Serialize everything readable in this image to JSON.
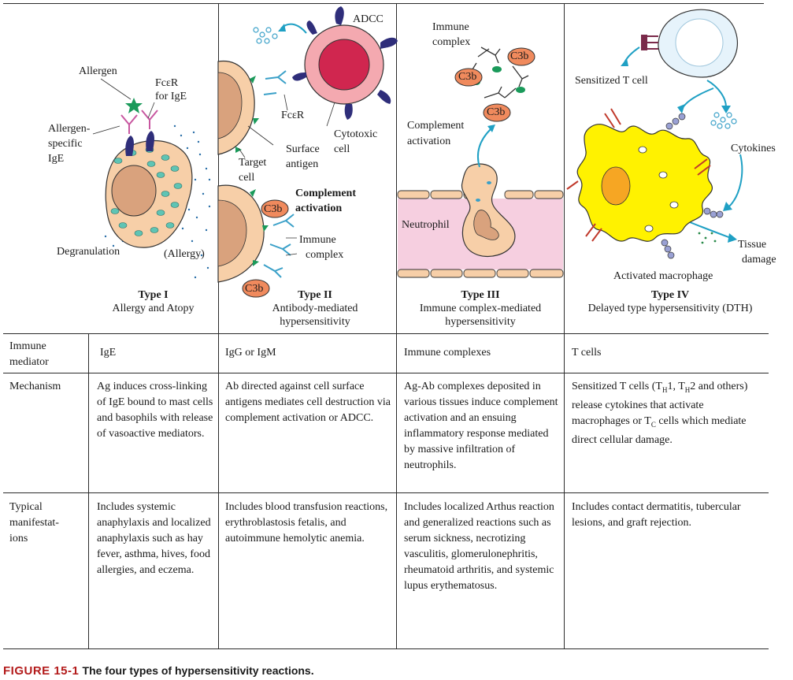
{
  "panels": [
    {
      "type": "Type I",
      "subtitle": "Allergy and Atopy",
      "labels": {
        "allergen": "Allergen",
        "fcer": "FcεR",
        "for_ige": "for IgE",
        "specific1": "Allergen-",
        "specific2": "specific",
        "specific3": "IgE",
        "degranulation": "Degranulation",
        "allergy": "(Allergy)"
      }
    },
    {
      "type": "Type II",
      "subtitle1": "Antibody-mediated",
      "subtitle2": "hypersensitivity",
      "labels": {
        "adcc": "ADCC",
        "fcer": "FcεR",
        "cytotoxic1": "Cytotoxic",
        "cytotoxic2": "cell",
        "surface1": "Surface",
        "surface2": "antigen",
        "target1": "Target",
        "target2": "cell",
        "complement1": "Complement",
        "complement2": "activation",
        "immune1": "Immune",
        "immune2": "complex",
        "c3b": "C3b"
      }
    },
    {
      "type": "Type III",
      "subtitle1": "Immune complex-mediated",
      "subtitle2": "hypersensitivity",
      "labels": {
        "immune1": "Immune",
        "immune2": "complex",
        "complement1": "Complement",
        "complement2": "activation",
        "neutrophil": "Neutrophil",
        "c3b": "C3b"
      }
    },
    {
      "type": "Type IV",
      "subtitle": "Delayed type hypersensitivity (DTH)",
      "labels": {
        "sensitized": "Sensitized T cell",
        "cytokines": "Cytokines",
        "tissue1": "Tissue",
        "tissue2": "damage",
        "macrophage": "Activated macrophage"
      }
    }
  ],
  "table": {
    "rows": [
      {
        "header1": "Immune",
        "header2": "mediator",
        "cells": [
          "IgE",
          "IgG or IgM",
          "Immune complexes",
          "T cells"
        ]
      },
      {
        "header1": "Mechanism",
        "header2": "",
        "cells": [
          "Ag induces cross-linking of IgE bound to mast cells and basophils with release of vasoactive mediators.",
          "Ab directed against cell surface antigens mediates cell destruction via complement activation or ADCC.",
          "Ag-Ab complexes deposited in various tissues induce complement activation and an ensuing inflammatory response mediated by massive infiltration of neutrophils.",
          "Sensitized T cells (TH1, TH2 and others) release cytokines that activate macrophages or TC cells which mediate direct cellular damage."
        ]
      },
      {
        "header1": "Typical",
        "header2": "manifestat-",
        "header3": "ions",
        "cells": [
          "Includes systemic anaphylaxis and localized anaphylaxis such as hay fever, asthma, hives, food allergies, and eczema.",
          "Includes blood transfusion reactions, erythroblastosis fetalis, and autoimmune hemolytic anemia.",
          "Includes localized Arthus reaction and generalized reactions such as serum sickness, necrotizing vasculitis, glomerulonephritis, rheumatoid arthritis, and systemic lupus erythematosus.",
          "Includes contact dermatitis, tubercular lesions, and graft rejection."
        ]
      }
    ]
  },
  "caption": {
    "figure": "FIGURE 15-1",
    "text": "The four types of hypersensitivity reactions."
  },
  "colors": {
    "rule": "#2b2b2b",
    "caption_red": "#b31b1b",
    "cell_peach": "#f7cfa8",
    "nucleus": "#d9a27d",
    "macrophage_yellow": "#fff200",
    "arrow_teal": "#1fa0c4",
    "receptor_navy": "#2f2e7a",
    "c3b_orange": "#f08a5d",
    "vessel_pink": "#f6cfe0"
  }
}
